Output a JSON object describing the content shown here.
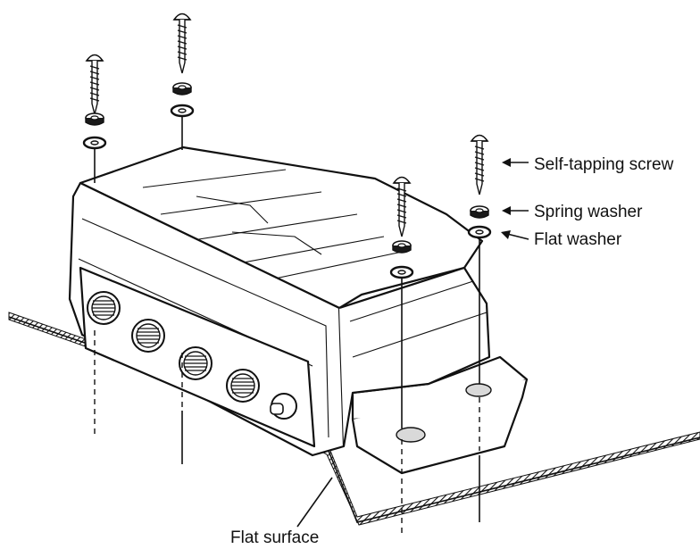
{
  "labels": {
    "self_tapping_screw": "Self-tapping screw",
    "spring_washer": "Spring washer",
    "flat_washer": "Flat washer",
    "flat_surface": "Flat surface"
  },
  "colors": {
    "line": "#111111",
    "background": "#ffffff"
  }
}
